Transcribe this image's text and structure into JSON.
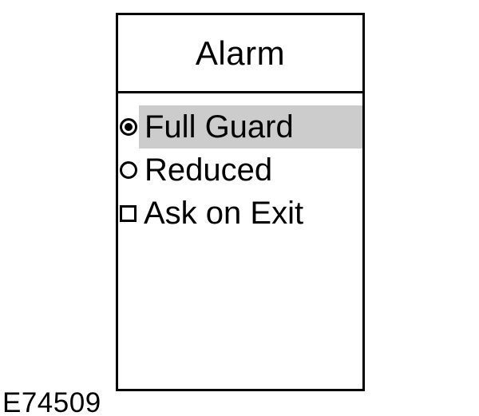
{
  "figure_label": "E74509",
  "panel": {
    "title": "Alarm",
    "items": [
      {
        "label": "Full Guard",
        "type": "radio",
        "icon": "radio-selected-icon",
        "selected": true,
        "highlighted": true
      },
      {
        "label": "Reduced",
        "type": "radio",
        "icon": "radio-empty-icon",
        "selected": false,
        "highlighted": false
      },
      {
        "label": "Ask on Exit",
        "type": "checkbox",
        "icon": "checkbox-empty-icon",
        "checked": false,
        "highlighted": false
      }
    ]
  },
  "colors": {
    "background": "#ffffff",
    "border": "#000000",
    "text": "#000000",
    "highlight": "#cccccc"
  }
}
